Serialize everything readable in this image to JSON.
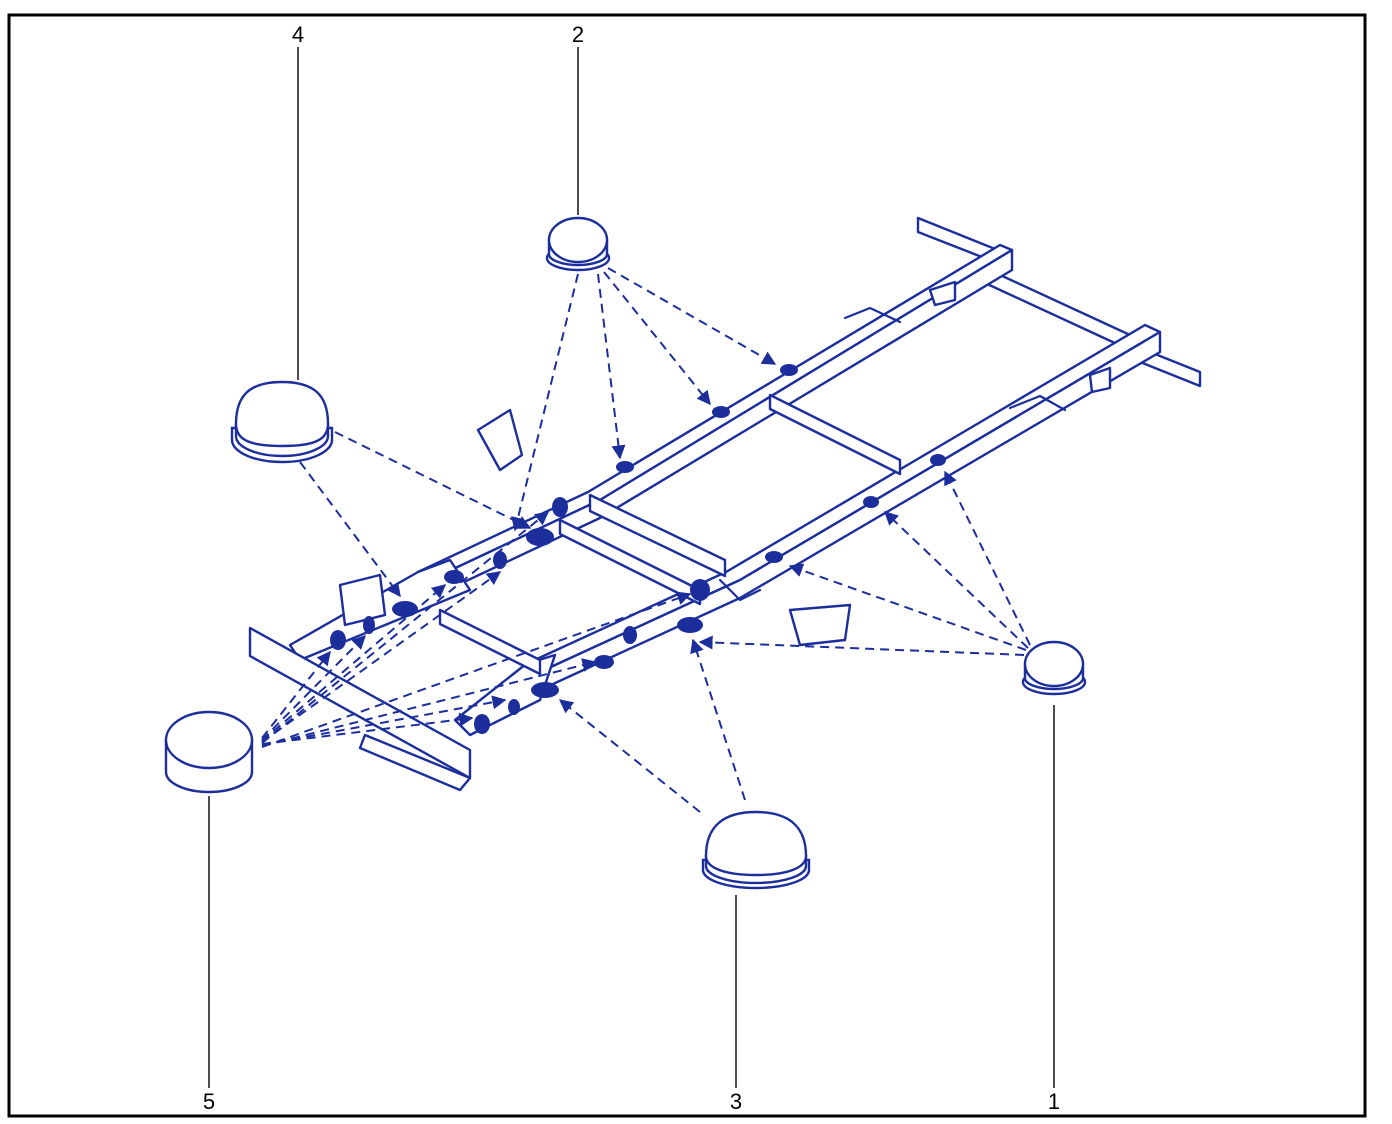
{
  "callouts": {
    "c1": "1",
    "c2": "2",
    "c3": "3",
    "c4": "4",
    "c5": "5"
  },
  "colors": {
    "line_art": "#1c2e9c",
    "frame": "#000000",
    "background": "#ffffff"
  }
}
